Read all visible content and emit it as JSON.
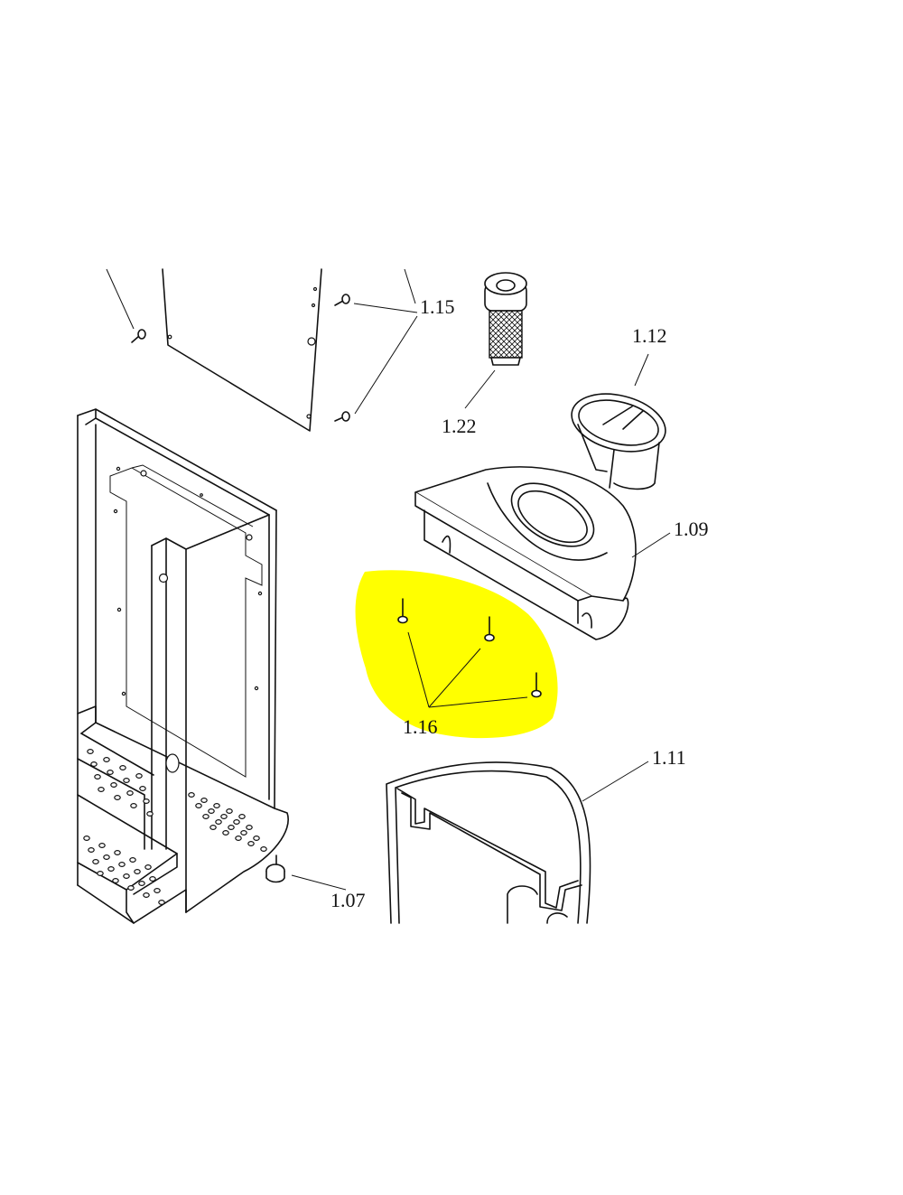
{
  "callouts": {
    "p107": "1.07",
    "p109": "1.09",
    "p111": "1.11",
    "p112": "1.12",
    "p115": "1.15",
    "p116": "1.16",
    "p122": "1.22"
  },
  "highlight": {
    "target": "1.16",
    "color": "#ffff00"
  }
}
